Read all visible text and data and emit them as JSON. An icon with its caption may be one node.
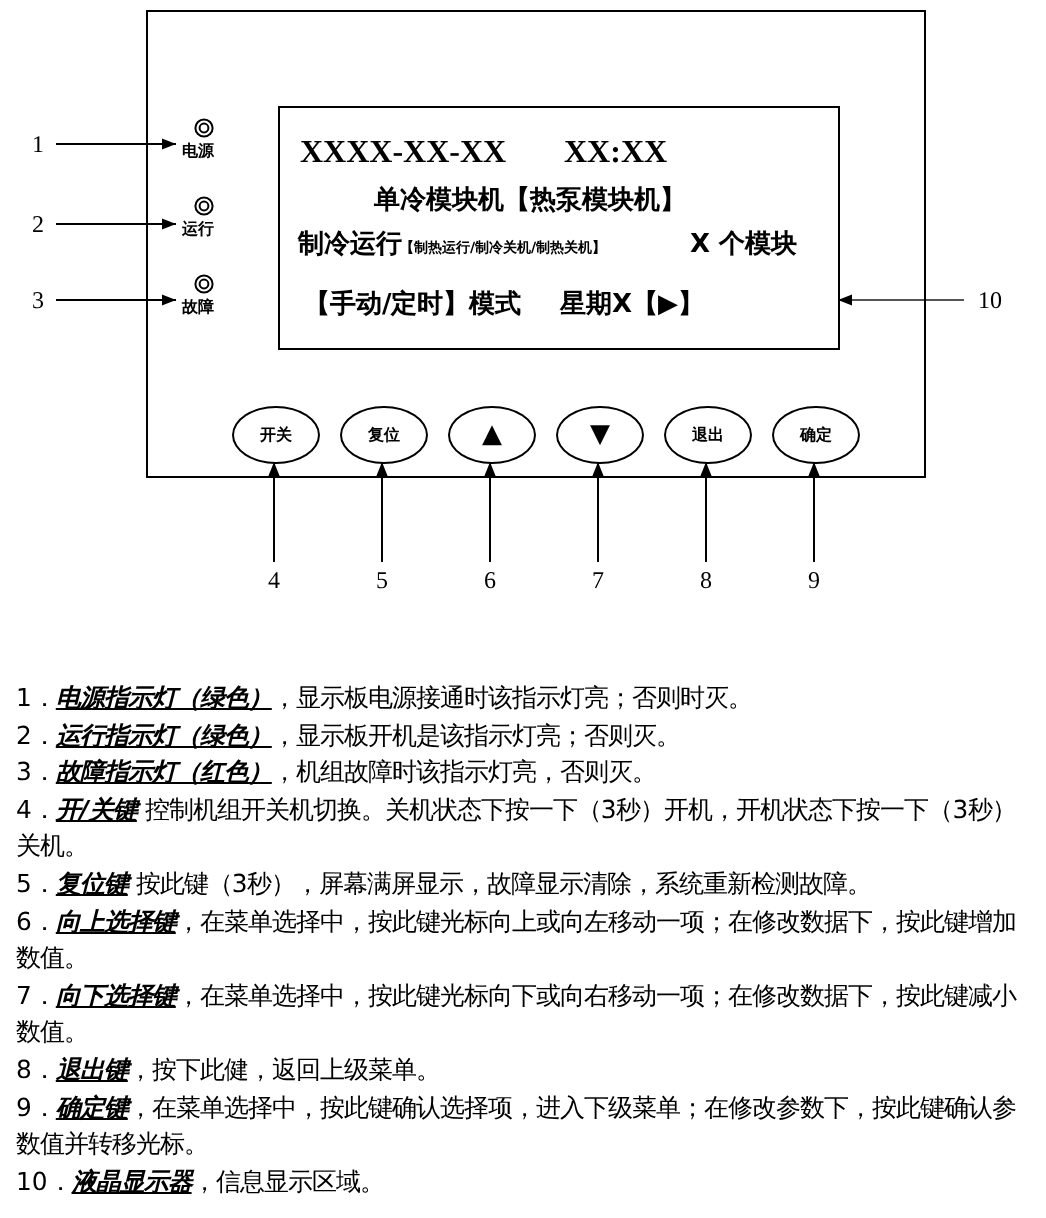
{
  "diagram": {
    "nodes": [
      {
        "text": [],
        "shape": "box"
      },
      {
        "text": [
          "电源"
        ],
        "in": 0
      },
      {
        "text": [
          "运行"
        ],
        "in": 0
      },
      {
        "text": [
          "故障"
        ],
        "in": 0
      },
      {
        "text": [
          "XXXX-XX-XX",
          "XX:XX",
          "单冷模块机【热泵模块机】",
          "制冷运行",
          "【制热运行/制冷关机/制热关机】",
          "X 个模块",
          "【手动/定时】模式",
          "星期X【▶】"
        ],
        "in": 0
      },
      {
        "text": [
          "开关"
        ],
        "in": 0
      },
      {
        "text": [
          "复位"
        ],
        "in": 0
      },
      {
        "text": [
          "▲"
        ],
        "in": 0
      },
      {
        "text": [
          "▼"
        ],
        "in": 0
      },
      {
        "text": [
          "退出"
        ],
        "in": 0
      },
      {
        "text": [
          "确定"
        ],
        "in": 0
      },
      {
        "text": [
          "1"
        ]
      },
      {
        "text": [
          "2"
        ]
      },
      {
        "text": [
          "3"
        ]
      },
      {
        "text": [
          "10"
        ]
      },
      {
        "text": [
          "4"
        ]
      },
      {
        "text": [
          "5"
        ]
      },
      {
        "text": [
          "6"
        ]
      },
      {
        "text": [
          "7"
        ]
      },
      {
        "text": [
          "8"
        ]
      },
      {
        "text": [
          "9"
        ]
      }
    ],
    "edges": [
      {
        "from": 11,
        "to": 1,
        "arrow": "to"
      },
      {
        "from": 12,
        "to": 2,
        "arrow": "to"
      },
      {
        "from": 13,
        "to": 3,
        "arrow": "to"
      },
      {
        "from": 14,
        "to": 4,
        "arrow": "to"
      },
      {
        "from": 15,
        "to": 5,
        "arrow": "to"
      },
      {
        "from": 16,
        "to": 6,
        "arrow": "to"
      },
      {
        "from": 17,
        "to": 7,
        "arrow": "to"
      },
      {
        "from": 18,
        "to": 8,
        "arrow": "to"
      },
      {
        "from": 19,
        "to": 9,
        "arrow": "to"
      },
      {
        "from": 20,
        "to": 10,
        "arrow": "to"
      }
    ],
    "labels": [
      "1．**电源指示灯（绿色）**，显示板电源接通时该指示灯亮；否则时灭。",
      "2．**运行指示灯（绿色）**，显示板开机是该指示灯亮；否则灭。",
      "3．**故障指示灯（红色）**，机组故障时该指示灯亮，否则灭。",
      "4．**开/关键** 控制机组开关机切换。关机状态下按一下（3秒）开机，开机状态下按一下（3秒）关机。",
      "5．**复位键** 按此键（3秒），屏幕满屏显示，故障显示清除，系统重新检测故障。",
      "6．**向上选择键**，在菜单选择中，按此键光标向上或向左移动一项；在修改数据下，按此键增加数值。",
      "7．**向下选择键**，在菜单选择中，按此键光标向下或向右移动一项；在修改数据下，按此键减小数值。",
      "8．**退出键**，按下此健，返回上级菜单。",
      "9．**确定键**，在菜单选择中，按此键确认选择项，进入下级菜单；在修改参数下，按此键确认参数值并转移光标。",
      "10．**液晶显示器**，信息显示区域。"
    ]
  }
}
